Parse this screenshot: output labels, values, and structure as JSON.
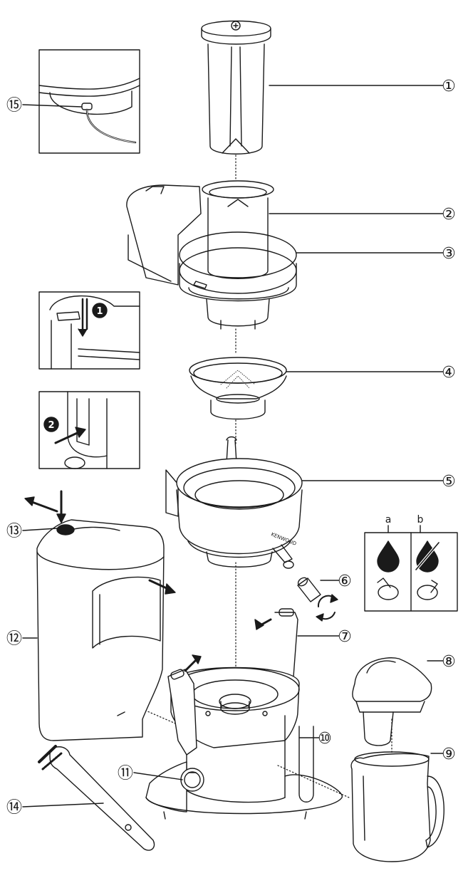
{
  "callouts": [
    {
      "n": "1",
      "glyph": "①"
    },
    {
      "n": "2",
      "glyph": "②"
    },
    {
      "n": "3",
      "glyph": "③"
    },
    {
      "n": "4",
      "glyph": "④"
    },
    {
      "n": "5",
      "glyph": "⑤"
    },
    {
      "n": "6",
      "glyph": "⑥"
    },
    {
      "n": "7",
      "glyph": "⑦"
    },
    {
      "n": "8",
      "glyph": "⑧"
    },
    {
      "n": "9",
      "glyph": "⑨"
    },
    {
      "n": "10",
      "glyph": "⑩"
    },
    {
      "n": "11",
      "glyph": "⑪"
    },
    {
      "n": "12",
      "glyph": "⑫"
    },
    {
      "n": "13",
      "glyph": "⑬"
    },
    {
      "n": "14",
      "glyph": "⑭"
    },
    {
      "n": "15",
      "glyph": "⑮"
    }
  ],
  "steps": {
    "one": "1",
    "two": "2"
  },
  "spout": {
    "a": "a",
    "b": "b"
  },
  "brand": "KENWOOD",
  "colors": {
    "ink": "#1a1a1a",
    "paper": "#ffffff"
  }
}
